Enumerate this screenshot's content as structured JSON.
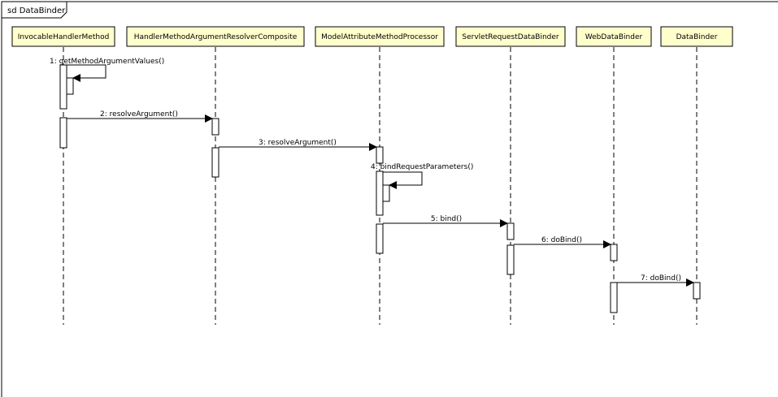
{
  "diagram": {
    "frame_label": "sd DataBinder",
    "participants": [
      {
        "name": "InvocableHandlerMethod"
      },
      {
        "name": "HandlerMethodArgumentResolverComposite"
      },
      {
        "name": "ModelAttributeMethodProcessor"
      },
      {
        "name": "ServletRequestDataBinder"
      },
      {
        "name": "WebDataBinder"
      },
      {
        "name": "DataBinder"
      }
    ],
    "messages": [
      {
        "label": "1: getMethodArgumentValues()",
        "from": 0,
        "to": 0
      },
      {
        "label": "2: resolveArgument()",
        "from": 0,
        "to": 1
      },
      {
        "label": "3: resolveArgument()",
        "from": 1,
        "to": 2
      },
      {
        "label": "4: bindRequestParameters()",
        "from": 2,
        "to": 2
      },
      {
        "label": "5: bind()",
        "from": 2,
        "to": 3
      },
      {
        "label": "6: doBind()",
        "from": 3,
        "to": 4
      },
      {
        "label": "7: doBind()",
        "from": 4,
        "to": 5
      }
    ],
    "colors": {
      "participant_fill": "#ffffcc",
      "line": "#000000",
      "background": "#ffffff"
    }
  }
}
